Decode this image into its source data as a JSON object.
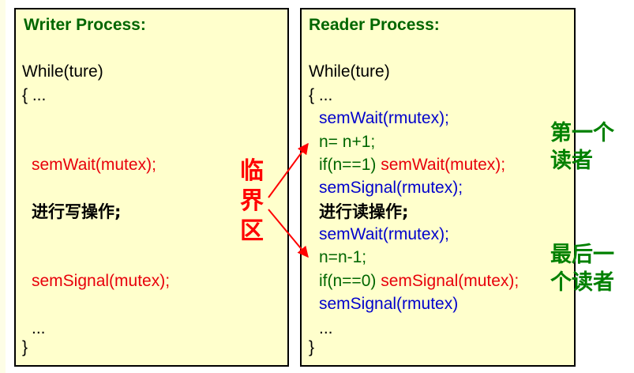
{
  "writer": {
    "title": "Writer Process:",
    "while": "While(ture)",
    "open": "{ ...",
    "wait": "semWait(mutex);",
    "op": "进行写操作;",
    "signal": "semSignal(mutex);",
    "dots": "...",
    "close": "}"
  },
  "reader": {
    "title": "Reader Process:",
    "while": "While(ture)",
    "open": "{ ...",
    "l1": "semWait(rmutex);",
    "l2": "n= n+1;",
    "l3_if": "if(n==1)",
    "l3_call": " semWait(mutex);",
    "l4": "semSignal(rmutex);",
    "op": "进行读操作;",
    "l6": "semWait(rmutex);",
    "l7": "n=n-1;",
    "l8_if": "if(n==0)",
    "l8_call": " semSignal(mutex);",
    "l9": "semSignal(rmutex)",
    "dots": "...",
    "close": "}"
  },
  "labels": {
    "critical": [
      "临",
      "界",
      "区"
    ],
    "first_reader": [
      "第一个",
      "读者"
    ],
    "last_reader": [
      "最后一",
      "个读者"
    ]
  },
  "colors": {
    "box_fill": "#ffffcc",
    "title": "#006600",
    "red": "#e8000b",
    "blue": "#0000cc",
    "green": "#006600"
  }
}
